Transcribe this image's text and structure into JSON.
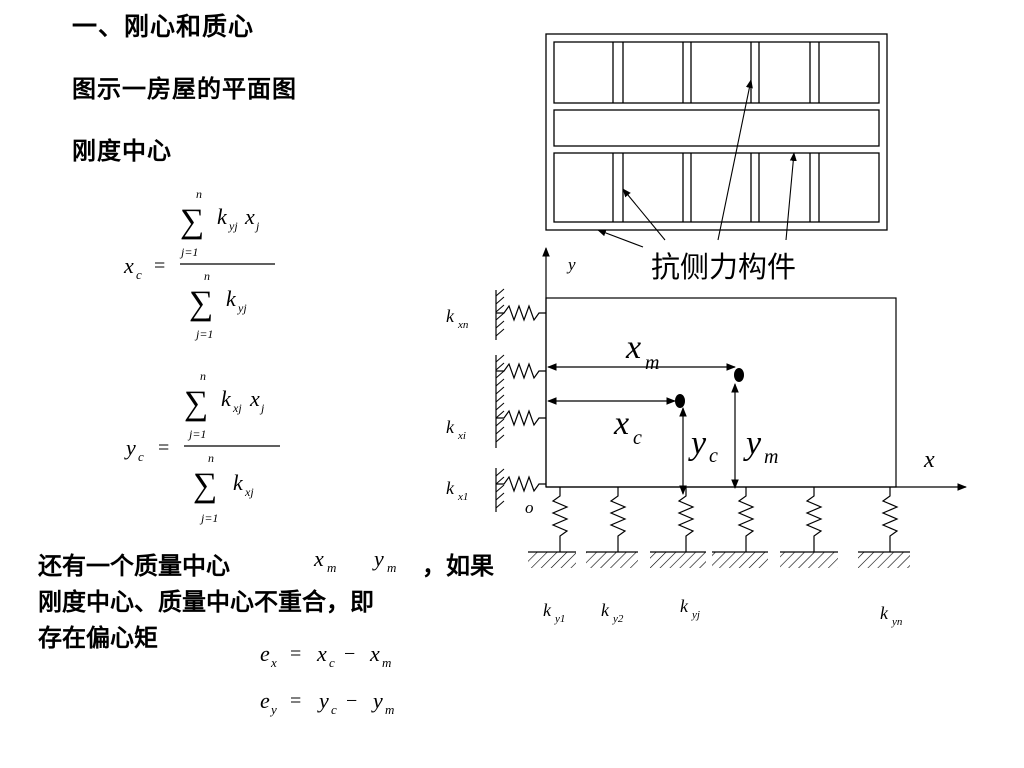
{
  "headings": {
    "section_title": "一、刚心和质心",
    "line2": "图示一房屋的平面图",
    "line3": "刚度中心"
  },
  "paragraph": {
    "line1_a": "还有一个质量中心",
    "line1_b": "，如果",
    "line2": "刚度中心、质量中心不重合，即",
    "line3": "存在偏心矩"
  },
  "plan_label": "抗侧力构件",
  "formulas": {
    "sum_sign": "∑",
    "upper_limit": "n",
    "lower_limit": "j=1",
    "equals": "=",
    "minus": "−",
    "xc_lhs": "x",
    "xc_lhs_sub": "c",
    "yc_lhs": "y",
    "yc_lhs_sub": "c",
    "k": "k",
    "sub_yj": "yj",
    "sub_xj": "xj",
    "x": "x",
    "y": "y",
    "j": "j",
    "e": "e",
    "sub_x": "x",
    "sub_y": "y",
    "sub_c": "c",
    "sub_m": "m"
  },
  "diagram": {
    "axis_x": "x",
    "axis_y": "y",
    "origin": "o",
    "k": "k",
    "kx_subs": [
      "xn",
      "xi",
      "x1"
    ],
    "ky_subs": [
      "y1",
      "y2",
      "yj",
      "yn"
    ],
    "xm": "x",
    "xm_sub": "m",
    "xc": "x",
    "xc_sub": "c",
    "yc": "y",
    "yc_sub": "c",
    "ym": "y",
    "ym_sub": "m"
  },
  "inline_mass": {
    "x": "x",
    "x_sub": "m",
    "y": "y",
    "y_sub": "m"
  }
}
